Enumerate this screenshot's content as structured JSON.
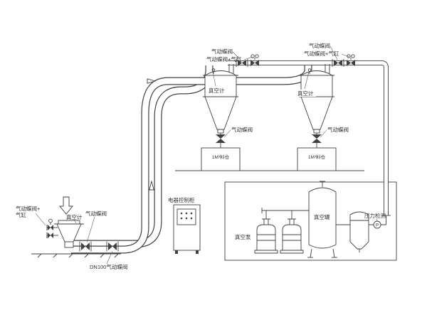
{
  "page": {
    "bg": "#ffffff",
    "line_color": "#404040"
  },
  "labels": {
    "cyclone1": {
      "valve_top": "气动蝶阀",
      "valve_top_cyl": "气动蝶阀+气缸",
      "vacuum_gauge": "真空计",
      "cone_valve": "气动蝶阀",
      "silo": "1M³料仓"
    },
    "cyclone2": {
      "valve_top": "气动蝶阀",
      "valve_top_cyl": "气动蝶阀+气缸",
      "vacuum_gauge": "真空计",
      "cone_valve": "气动蝶阀",
      "silo": "1M³料仓"
    },
    "feed": {
      "valve_cyl_line1": "气动蝶阀+",
      "valve_cyl_line2": "气缸",
      "vacuum_gauge": "真空计",
      "outlet_valve": "气动蝶阀",
      "dn100": "DN100气动蝶阀"
    },
    "cabinet": {
      "title": "电器控制柜"
    },
    "vacuum_room": {
      "pump": "真空泵",
      "tank": "真空罐",
      "pressure": "压力检测",
      "gauge_letter": "P"
    }
  }
}
